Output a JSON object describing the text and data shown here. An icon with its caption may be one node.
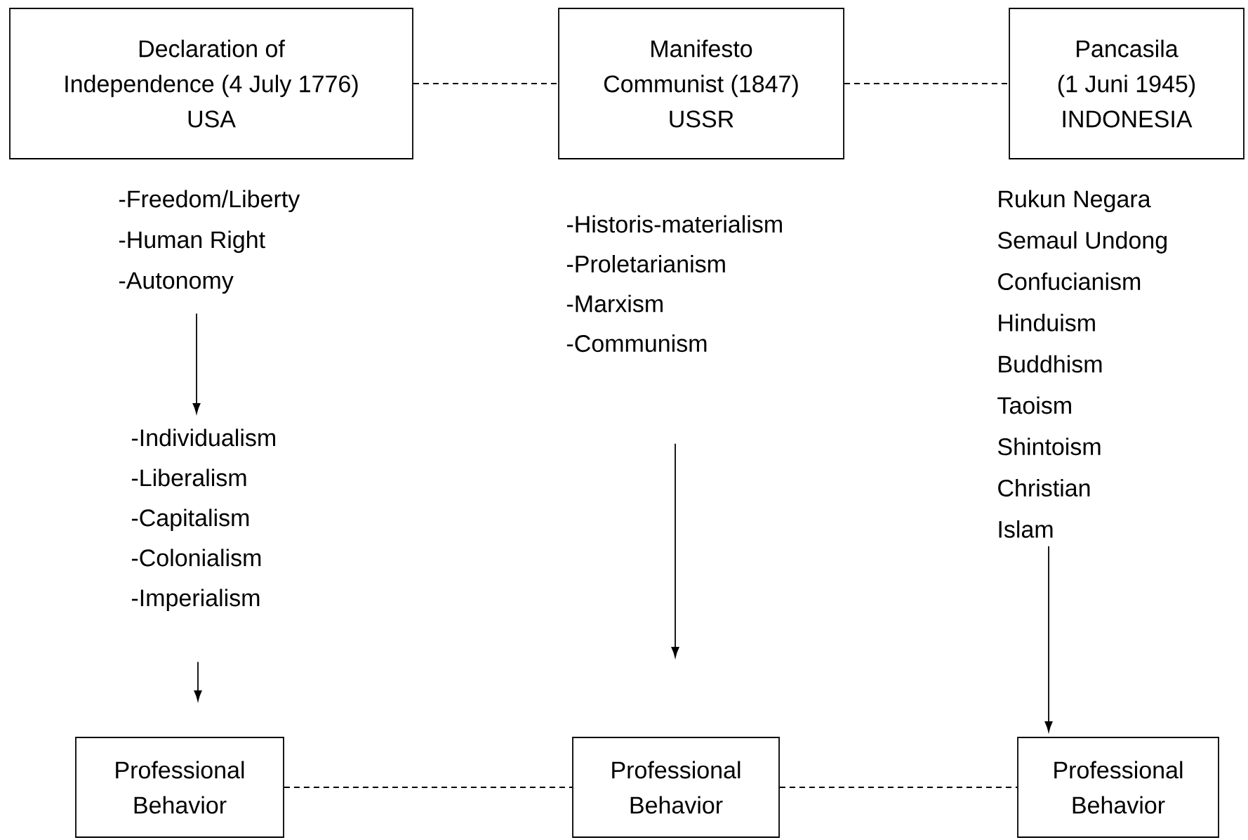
{
  "diagram": {
    "nodes": [
      {
        "text": [
          "Declaration of Independence (4 July 1776)",
          "USA"
        ]
      },
      {
        "text": [
          "Manifesto Communist (1847)",
          "USSR"
        ]
      },
      {
        "text": [
          "Pancasila (1 Juni 1945)",
          "INDONESIA"
        ]
      },
      {
        "text": [
          "-Freedom/Liberty",
          "-Human Right",
          "-Autonomy"
        ]
      },
      {
        "text": [
          "-Individualism",
          "-Liberalism",
          "-Capitalism",
          "-Colonialism",
          "-Imperialism"
        ]
      },
      {
        "text": [
          "-Historis-materialism",
          "-Proletarianism",
          "-Marxism",
          "-Communism"
        ]
      },
      {
        "text": [
          "Rukun Negara",
          "Semaul Undong",
          "Confucianism",
          "Hinduism",
          "Buddhism",
          "Taoism",
          "Shintoism",
          "Christian",
          "Islam"
        ]
      },
      {
        "text": [
          "Professional Behavior"
        ]
      },
      {
        "text": [
          "Professional Behavior"
        ]
      },
      {
        "text": [
          "Professional Behavior"
        ]
      }
    ],
    "edges": [
      {
        "from": 0,
        "to": 1,
        "arrow": "none",
        "style": "dashed"
      },
      {
        "from": 1,
        "to": 2,
        "arrow": "none",
        "style": "dashed"
      },
      {
        "from": 3,
        "to": 4,
        "arrow": "to"
      },
      {
        "from": 4,
        "to": 7,
        "arrow": "to"
      },
      {
        "from": 5,
        "to": 8,
        "arrow": "to"
      },
      {
        "from": 6,
        "to": 9,
        "arrow": "to"
      },
      {
        "from": 7,
        "to": 8,
        "arrow": "none",
        "style": "dashed"
      },
      {
        "from": 8,
        "to": 9,
        "arrow": "none",
        "style": "dashed"
      }
    ]
  }
}
